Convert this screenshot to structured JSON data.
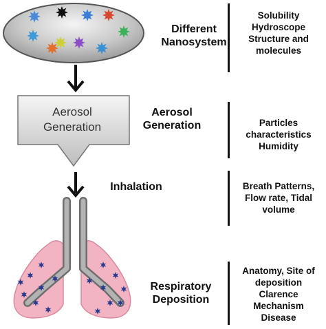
{
  "stages": [
    {
      "id": "nanosystem",
      "lines": [
        "Different",
        "Nanosystem"
      ]
    },
    {
      "id": "aerosol",
      "lines": [
        "Aerosol",
        "Generation"
      ]
    },
    {
      "id": "inhalation",
      "lines": [
        "Inhalation"
      ]
    },
    {
      "id": "deposition",
      "lines": [
        "Respiratory",
        "Deposition"
      ]
    }
  ],
  "aerosol_box": {
    "lines": [
      "Aerosol",
      "Generation"
    ]
  },
  "factors": [
    {
      "id": "nanosystem",
      "lines": [
        "Solubility",
        "Hydroscope",
        "Structure and",
        "molecules"
      ]
    },
    {
      "id": "aerosol",
      "lines": [
        "Particles",
        "characteristics",
        "Humidity"
      ]
    },
    {
      "id": "inhalation",
      "lines": [
        "Breath Patterns,",
        "Flow rate, Tidal",
        "volume"
      ]
    },
    {
      "id": "deposition",
      "lines": [
        "Anatomy, Site of",
        "deposition",
        "Clarence",
        "Mechanism",
        "Disease"
      ]
    }
  ],
  "particle_colors": [
    "#4a8ad8",
    "#111111",
    "#3b7ed6",
    "#d8472f",
    "#3a9bd8",
    "#cfcf3a",
    "#8b4ec8",
    "#3fb05a",
    "#e2702b",
    "#3b8fd3"
  ],
  "colors": {
    "lung_fill": "#f2b3c3",
    "lung_stroke": "#d98aa0",
    "tube": "#9a9a9a",
    "deposit": "#2b3a8c"
  }
}
